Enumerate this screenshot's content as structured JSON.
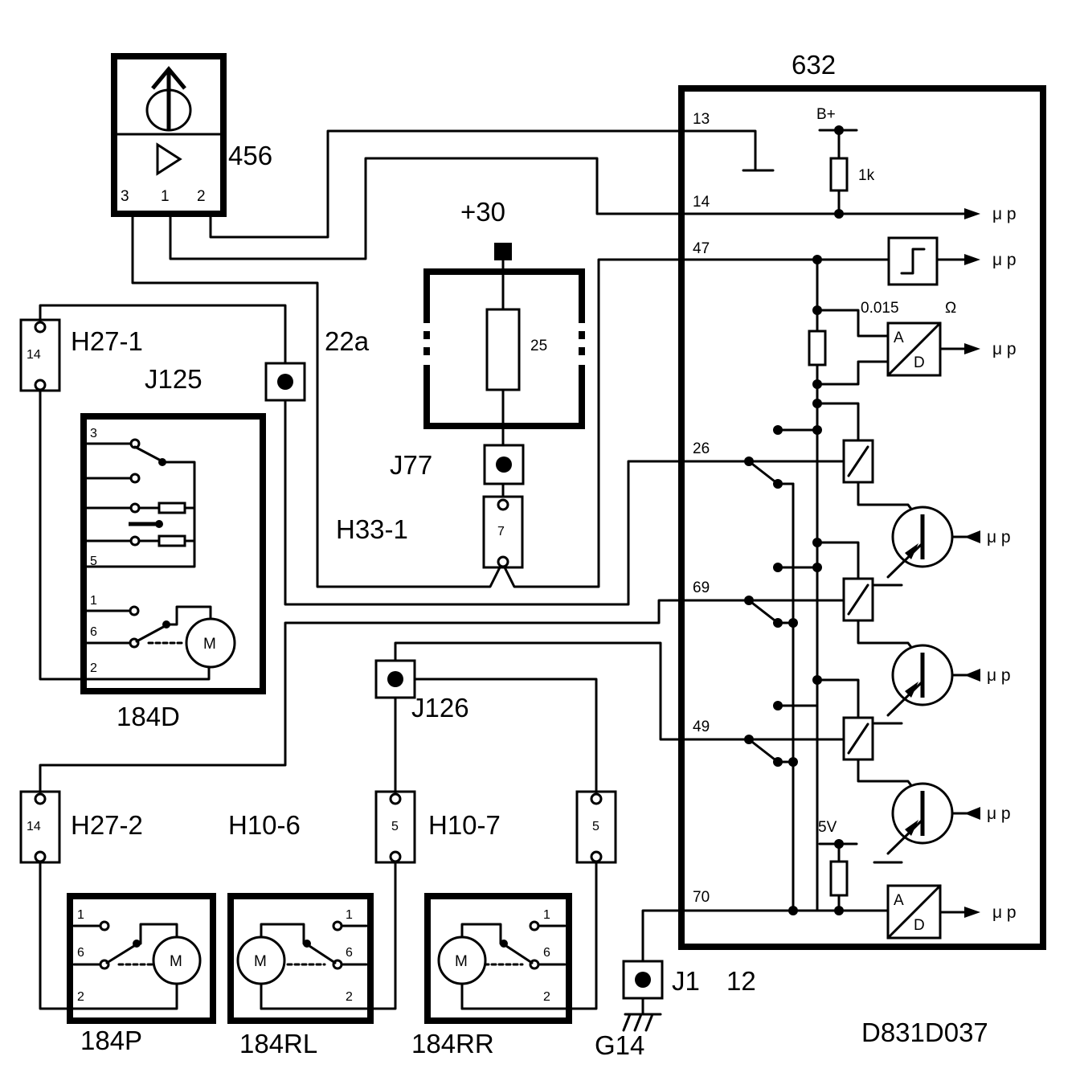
{
  "diagram_code": "D831D037",
  "components": {
    "sensor": "456",
    "ecu": "632",
    "fuse_box": "22a",
    "fuse": "25",
    "supply": "+30",
    "ground": "G14",
    "ground_pin": "12",
    "motor_driver": "184D",
    "motor_passenger": "184P",
    "motor_rear_left": "184RL",
    "motor_rear_right": "184RR",
    "motor_symbol": "M"
  },
  "connectors": {
    "h27_1": "H27-1",
    "h27_1_pin": "14",
    "h27_2": "H27-2",
    "h27_2_pin": "14",
    "h33_1": "H33-1",
    "h33_1_pin": "7",
    "h10_6": "H10-6",
    "h10_6_pin": "5",
    "h10_7": "H10-7",
    "h10_7_pin": "5"
  },
  "splices": {
    "j125": "J125",
    "j77": "J77",
    "j126": "J126",
    "j1": "J1"
  },
  "sensor_pins": [
    "3",
    "1",
    "2"
  ],
  "ecu_pins": {
    "p13": "13",
    "p14": "14",
    "p47": "47",
    "p26": "26",
    "p69": "69",
    "p49": "49",
    "p70": "70"
  },
  "ecu_internal": {
    "b_plus": "B+",
    "r_pullup": "1k",
    "shunt": "0.015",
    "ohm": "Ω",
    "v5": "5V",
    "adc_a": "A",
    "adc_d": "D",
    "mu_p": "μ p"
  },
  "switch_pins": {
    "d": [
      "3",
      "5",
      "1",
      "6",
      "2"
    ],
    "p": [
      "1",
      "6",
      "2"
    ],
    "rl": [
      "1",
      "6",
      "2"
    ],
    "rr": [
      "1",
      "6",
      "2"
    ]
  }
}
